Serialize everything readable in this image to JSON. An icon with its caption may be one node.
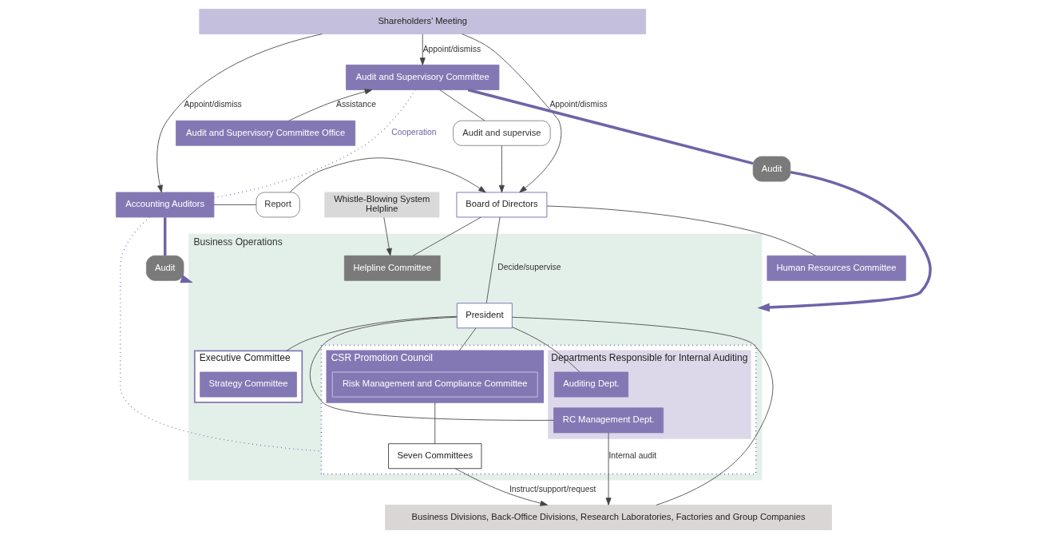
{
  "diagram": {
    "nodes": [
      {
        "text": [
          "Shareholders’ Meeting"
        ]
      },
      {
        "text": [
          "Board of Directors"
        ]
      },
      {
        "text": [
          "Human Resources Committee"
        ]
      },
      {
        "text": [
          "Report"
        ]
      },
      {
        "text": [
          "Audit and supervise"
        ]
      },
      {
        "text": [
          "Audit and Supervisory Committee"
        ]
      },
      {
        "text": [
          "Accounting Auditors"
        ]
      },
      {
        "text": [
          "Whistle-Blowing System",
          "Helpline"
        ]
      },
      {
        "text": [
          "Audit"
        ]
      },
      {
        "text": [
          "Audit and Supervisory Committee Office"
        ]
      },
      {
        "text": [
          "Audit"
        ]
      },
      {
        "text": [
          "Business Operations"
        ]
      },
      {
        "text": [
          "Executive Committee"
        ],
        "in": 11
      },
      {
        "text": [
          "Strategy Committee"
        ],
        "in": 12
      },
      {
        "text": [
          "President"
        ],
        "in": 11
      },
      {
        "text": [],
        "shape": "box",
        "in": 11
      },
      {
        "text": [
          "Departments Responsible for Internal Auditing"
        ],
        "in": 15
      },
      {
        "text": [
          "Auditing Dept."
        ],
        "in": 16
      },
      {
        "text": [
          "RC Management Dept."
        ],
        "in": 16
      },
      {
        "text": [
          "CSR Promotion Council"
        ],
        "in": 15
      },
      {
        "text": [
          "Risk Management and Compliance Committee"
        ],
        "in": 19
      },
      {
        "text": [
          "Seven Committees"
        ],
        "in": 15
      },
      {
        "text": [
          "Helpline Committee"
        ],
        "in": 11
      },
      {
        "text": [
          "Business Divisions, Back-Office Divisions, Research Laboratories, Factories and Group Companies"
        ]
      }
    ],
    "edges": [
      {
        "from": 0,
        "to": 1,
        "arrow": "to",
        "label": "Appoint/dismiss"
      },
      {
        "from": 0,
        "to": 5,
        "arrow": "to",
        "label": "Appoint/dismiss"
      },
      {
        "from": 0,
        "to": 6,
        "arrow": "to",
        "label": "Appoint/dismiss"
      },
      {
        "from": 6,
        "to": 3,
        "arrow": "none"
      },
      {
        "from": 3,
        "to": 1,
        "arrow": "to"
      },
      {
        "from": 5,
        "to": 4,
        "arrow": "none"
      },
      {
        "from": 4,
        "to": 1,
        "arrow": "to"
      },
      {
        "from": 1,
        "to": 2,
        "arrow": "none"
      },
      {
        "from": 5,
        "to": 8,
        "arrow": "none",
        "style": "thick",
        "color": "#6e64a8"
      },
      {
        "from": 8,
        "to": 11,
        "arrow": "to",
        "style": "thick",
        "color": "#6e64a8"
      },
      {
        "from": 9,
        "to": 5,
        "arrow": "to",
        "label": "Assistance"
      },
      {
        "from": 6,
        "to": 10,
        "arrow": "none",
        "style": "thick",
        "color": "#6e64a8"
      },
      {
        "from": 10,
        "to": 11,
        "arrow": "to",
        "style": "thick",
        "color": "#6e64a8"
      },
      {
        "from": 5,
        "to": 6,
        "arrow": "none",
        "style": "dashed",
        "color": "#6e64a8",
        "label": "Cooperation"
      },
      {
        "from": 6,
        "to": 15,
        "arrow": "none",
        "style": "dashed",
        "color": "#6e64a8"
      },
      {
        "from": 7,
        "to": 22,
        "arrow": "to"
      },
      {
        "from": 1,
        "to": 14,
        "arrow": "none",
        "label": "Decide/supervise"
      },
      {
        "from": 1,
        "to": 22,
        "arrow": "none"
      },
      {
        "from": 14,
        "to": 12,
        "arrow": "none"
      },
      {
        "from": 14,
        "to": 19,
        "arrow": "none"
      },
      {
        "from": 14,
        "to": 17,
        "arrow": "none"
      },
      {
        "from": 14,
        "to": 18,
        "arrow": "none"
      },
      {
        "from": 14,
        "to": 23,
        "arrow": "none"
      },
      {
        "from": 19,
        "to": 21,
        "arrow": "none"
      },
      {
        "from": 18,
        "to": 23,
        "arrow": "to",
        "label": "Internal audit"
      },
      {
        "from": 21,
        "to": 23,
        "arrow": "to",
        "label": "Instruct/support/request"
      }
    ]
  }
}
